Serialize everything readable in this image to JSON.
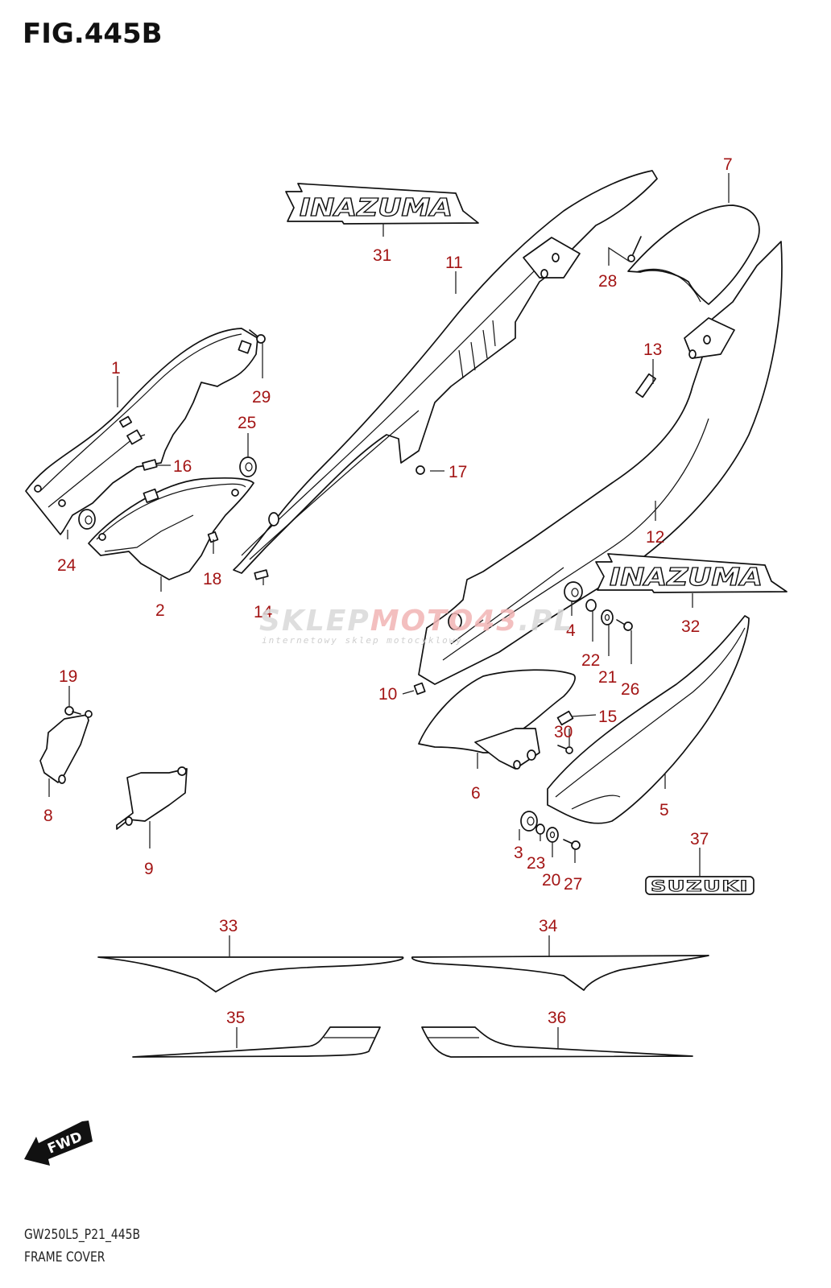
{
  "figure": {
    "title": "FIG.445B",
    "code": "GW250L5_P21_445B",
    "name": "FRAME COVER"
  },
  "watermark": {
    "main_gray": "SKLEP",
    "main_red": "MOTO",
    "main_red2": "43",
    "main_suffix": ".PL",
    "sub": "internetowy sklep motocyklowy"
  },
  "emblems": {
    "inazuma": "INAZUMA",
    "suzuki": "SUZUKI",
    "fwd": "FWD"
  },
  "colors": {
    "callout": "#a31515",
    "line": "#111111",
    "watermark_gray": "#d9d9d9",
    "watermark_red": "#f2b5b5"
  },
  "callouts": [
    {
      "id": "1",
      "label": "1"
    },
    {
      "id": "2",
      "label": "2"
    },
    {
      "id": "3",
      "label": "3"
    },
    {
      "id": "4",
      "label": "4"
    },
    {
      "id": "5",
      "label": "5"
    },
    {
      "id": "6",
      "label": "6"
    },
    {
      "id": "7",
      "label": "7"
    },
    {
      "id": "8",
      "label": "8"
    },
    {
      "id": "9",
      "label": "9"
    },
    {
      "id": "10",
      "label": "10"
    },
    {
      "id": "11",
      "label": "11"
    },
    {
      "id": "12",
      "label": "12"
    },
    {
      "id": "13",
      "label": "13"
    },
    {
      "id": "14",
      "label": "14"
    },
    {
      "id": "15",
      "label": "15"
    },
    {
      "id": "16",
      "label": "16"
    },
    {
      "id": "17",
      "label": "17"
    },
    {
      "id": "18",
      "label": "18"
    },
    {
      "id": "19",
      "label": "19"
    },
    {
      "id": "20",
      "label": "20"
    },
    {
      "id": "21",
      "label": "21"
    },
    {
      "id": "22",
      "label": "22"
    },
    {
      "id": "23",
      "label": "23"
    },
    {
      "id": "24",
      "label": "24"
    },
    {
      "id": "25",
      "label": "25"
    },
    {
      "id": "26",
      "label": "26"
    },
    {
      "id": "27",
      "label": "27"
    },
    {
      "id": "28",
      "label": "28"
    },
    {
      "id": "29",
      "label": "29"
    },
    {
      "id": "30",
      "label": "30"
    },
    {
      "id": "31",
      "label": "31"
    },
    {
      "id": "32",
      "label": "32"
    },
    {
      "id": "33",
      "label": "33"
    },
    {
      "id": "34",
      "label": "34"
    },
    {
      "id": "35",
      "label": "35"
    },
    {
      "id": "36",
      "label": "36"
    },
    {
      "id": "37",
      "label": "37"
    }
  ]
}
